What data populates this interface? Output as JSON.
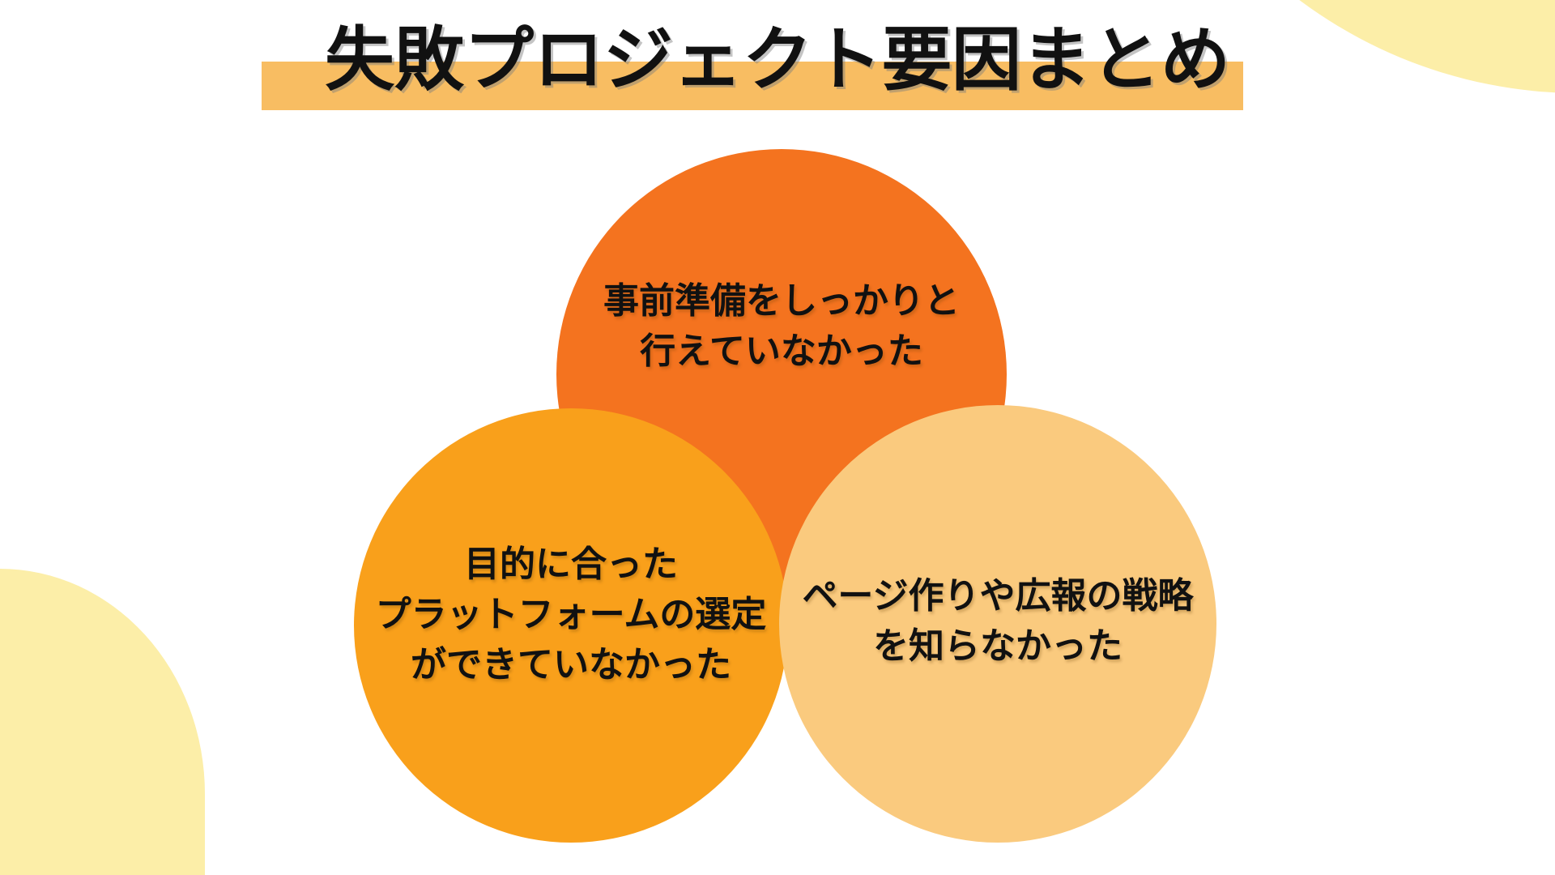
{
  "page": {
    "background_color": "#FFFFFF"
  },
  "title": {
    "text": "失敗プロジェクト要因まとめ",
    "text_color": "#111111",
    "highlight_color": "#F8BD62"
  },
  "decorations": {
    "top_right_blob_color": "#FCEEA8",
    "bottom_left_blob_color": "#FCEEA8"
  },
  "circles": [
    {
      "name": "preparation",
      "color": "#F4731F",
      "lines": [
        "事前準備をしっかりと",
        "行えていなかった"
      ]
    },
    {
      "name": "platform-selection",
      "color": "#F9A01B",
      "lines": [
        "目的に合った",
        "プラットフォームの選定",
        "ができていなかった"
      ]
    },
    {
      "name": "promotion-strategy",
      "color": "#FACA7E",
      "lines": [
        "ページ作りや広報の戦略",
        "を知らなかった"
      ]
    }
  ]
}
